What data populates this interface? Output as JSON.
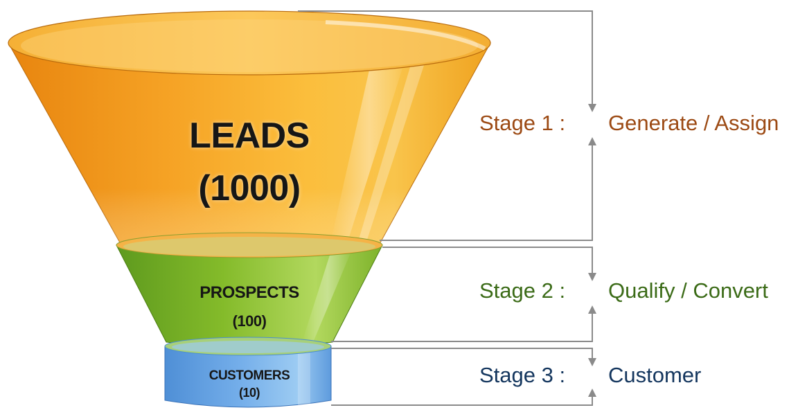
{
  "funnel": {
    "leads": {
      "title": "LEADS",
      "count": "(1000)",
      "color": "#F5A623"
    },
    "prospects": {
      "title": "PROSPECTS",
      "count": "(100)",
      "color": "#8CC63F"
    },
    "customers": {
      "title": "CUSTOMERS",
      "count": "(10)",
      "color": "#6FA8DC"
    }
  },
  "stages": [
    {
      "label": "Stage 1 :",
      "action": "Generate / Assign",
      "color": "#9C4A14"
    },
    {
      "label": "Stage 2 :",
      "action": "Qualify / Convert",
      "color": "#3B6B17"
    },
    {
      "label": "Stage 3 :",
      "action": "Customer",
      "color": "#14365E"
    }
  ],
  "bracket_color": "#8A8A8A"
}
